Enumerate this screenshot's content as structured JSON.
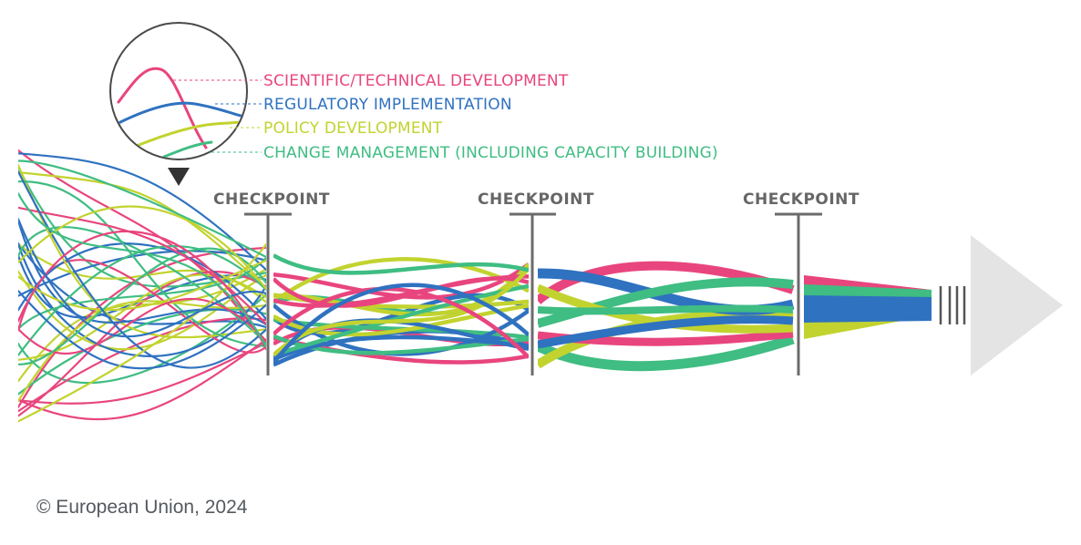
{
  "colors": {
    "scientific": "#e8457e",
    "regulatory": "#2f72c0",
    "policy": "#c2d32f",
    "change": "#3fbd82",
    "checkpoint": "#6b6b6b",
    "arrow": "#e4e4e4"
  },
  "legend": [
    {
      "key": "scientific",
      "label": "SCIENTIFIC/TECHNICAL DEVELOPMENT"
    },
    {
      "key": "regulatory",
      "label": "REGULATORY IMPLEMENTATION"
    },
    {
      "key": "policy",
      "label": "POLICY DEVELOPMENT"
    },
    {
      "key": "change",
      "label": "CHANGE MANAGEMENT (INCLUDING CAPACITY BUILDING)"
    }
  ],
  "checkpoints": [
    "CHECKPOINT",
    "CHECKPOINT",
    "CHECKPOINT"
  ],
  "credit": "© European Union, 2024"
}
